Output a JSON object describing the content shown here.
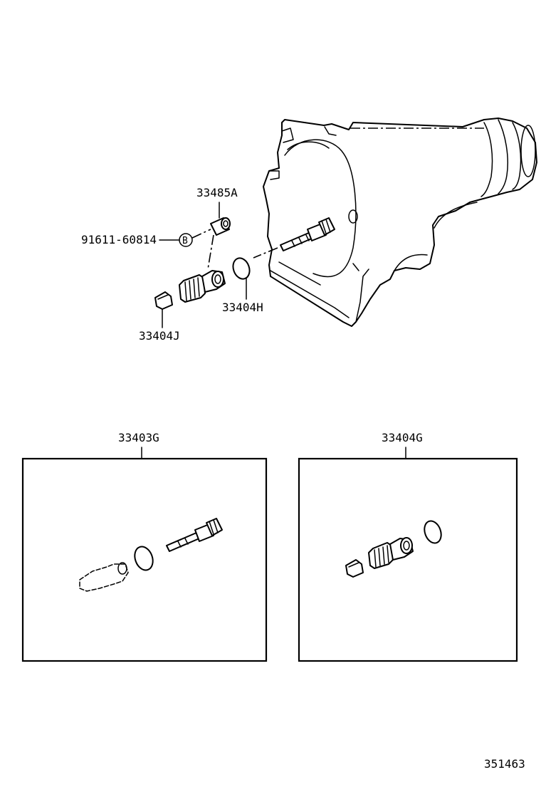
{
  "callouts": {
    "part_33485a": "33485A",
    "part_91611": "91611-60814",
    "marker_b": "B",
    "part_33404h": "33404H",
    "part_33404j": "33404J",
    "kit_33403g": "33403G",
    "kit_33404g": "33404G"
  },
  "figure_number": "351463",
  "colors": {
    "line": "#000000",
    "background": "#ffffff"
  }
}
